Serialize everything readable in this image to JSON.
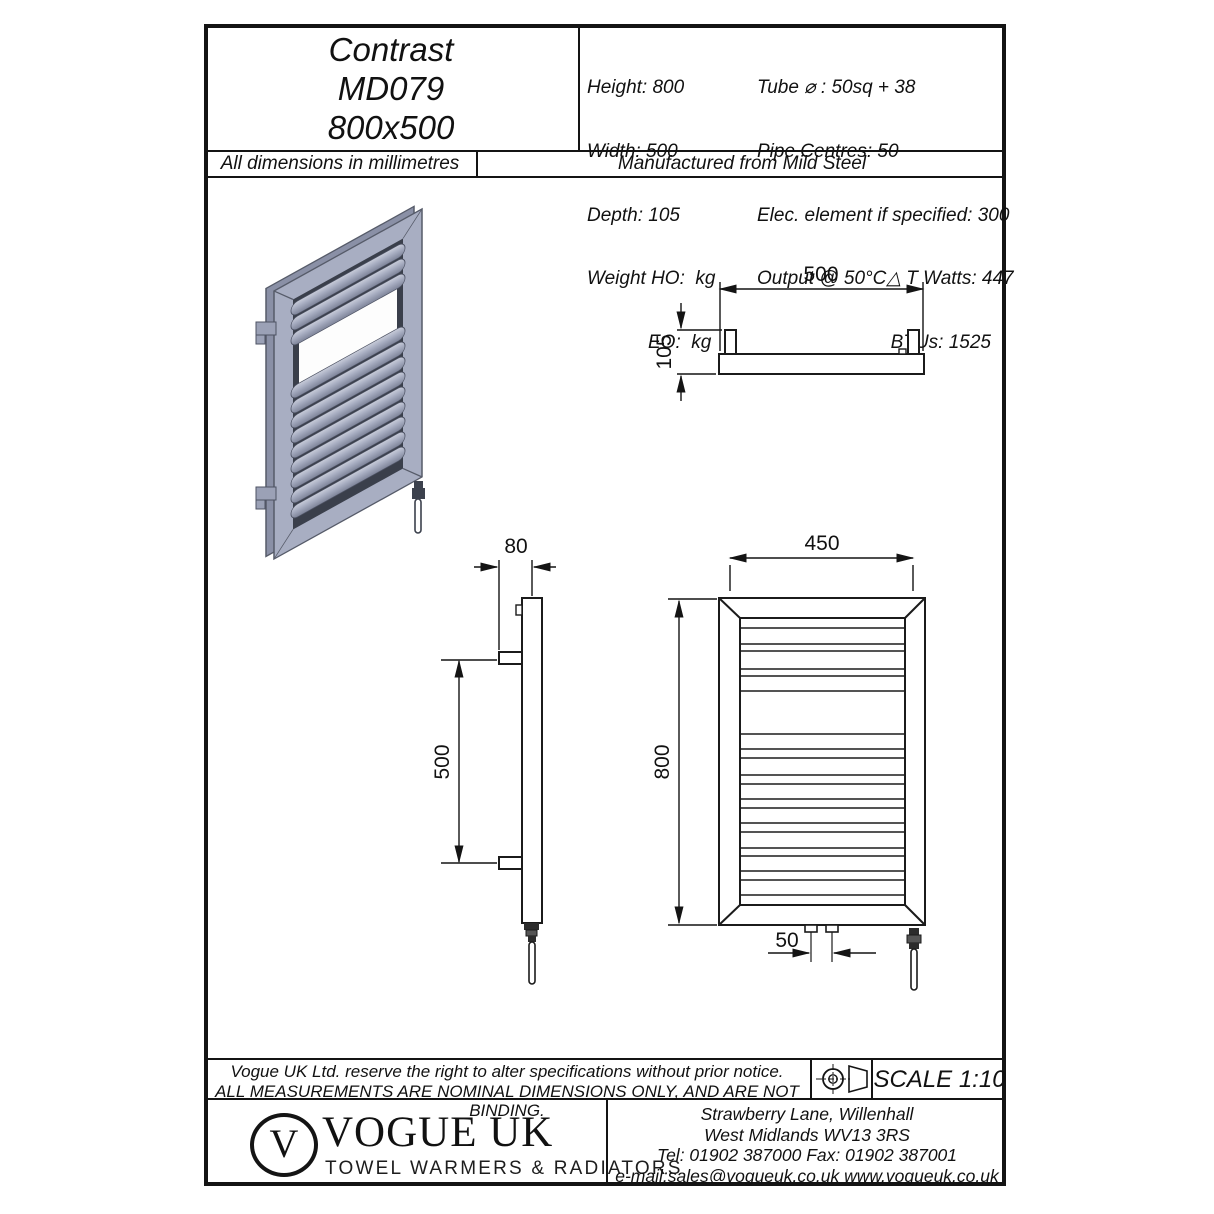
{
  "header": {
    "title_line1": "Contrast",
    "title_line2": "MD079",
    "title_line3": "800x500",
    "specs_left": {
      "height": "Height: 800",
      "width": "Width: 500",
      "depth": "Depth: 105",
      "weight_ho": "Weight HO:  kg",
      "weight_eo": "EO:  kg"
    },
    "specs_right": {
      "tube": "Tube ⌀ : 50sq + 38",
      "pipe_centres": "Pipe Centres: 50",
      "elec_element": "Elec. element if specified: 300",
      "output": "Output @ 50°C△ T Watts: 447",
      "btus": "BTUs: 1525"
    },
    "units_note": "All dimensions in millimetres",
    "material_note": "Manufactured from Mild Steel"
  },
  "drawings": {
    "top_view": {
      "width": "500",
      "depth": "105"
    },
    "side_view": {
      "wall_distance": "80",
      "bracket_centres": "500"
    },
    "front_view": {
      "bracket_centres": "450",
      "height": "800",
      "pipe_centres": "50"
    }
  },
  "footer": {
    "disclaimer_line1": "Vogue UK Ltd. reserve the right to alter specifications without prior notice.",
    "disclaimer_line2": "ALL MEASUREMENTS ARE NOMINAL DIMENSIONS ONLY, AND ARE NOT BINDING.",
    "scale": "SCALE 1:10",
    "logo": {
      "monogram": "V",
      "name": "VOGUE UK",
      "tagline": "TOWEL WARMERS & RADIATORS"
    },
    "address_line1": "Strawberry Lane, Willenhall",
    "address_line2": "West Midlands WV13 3RS",
    "address_line3": "Tel: 01902 387000  Fax: 01902 387001",
    "address_line4": "e-mail:sales@vogueuk.co.uk  www.vogueuk.co.uk"
  },
  "colors": {
    "line": "#141414",
    "frame_face": "#a8aec2",
    "frame_back": "#8a90a6",
    "bevel_dark": "#3a3f4b",
    "tube_light": "#c9cdda",
    "tube_dark": "#7e8499"
  }
}
